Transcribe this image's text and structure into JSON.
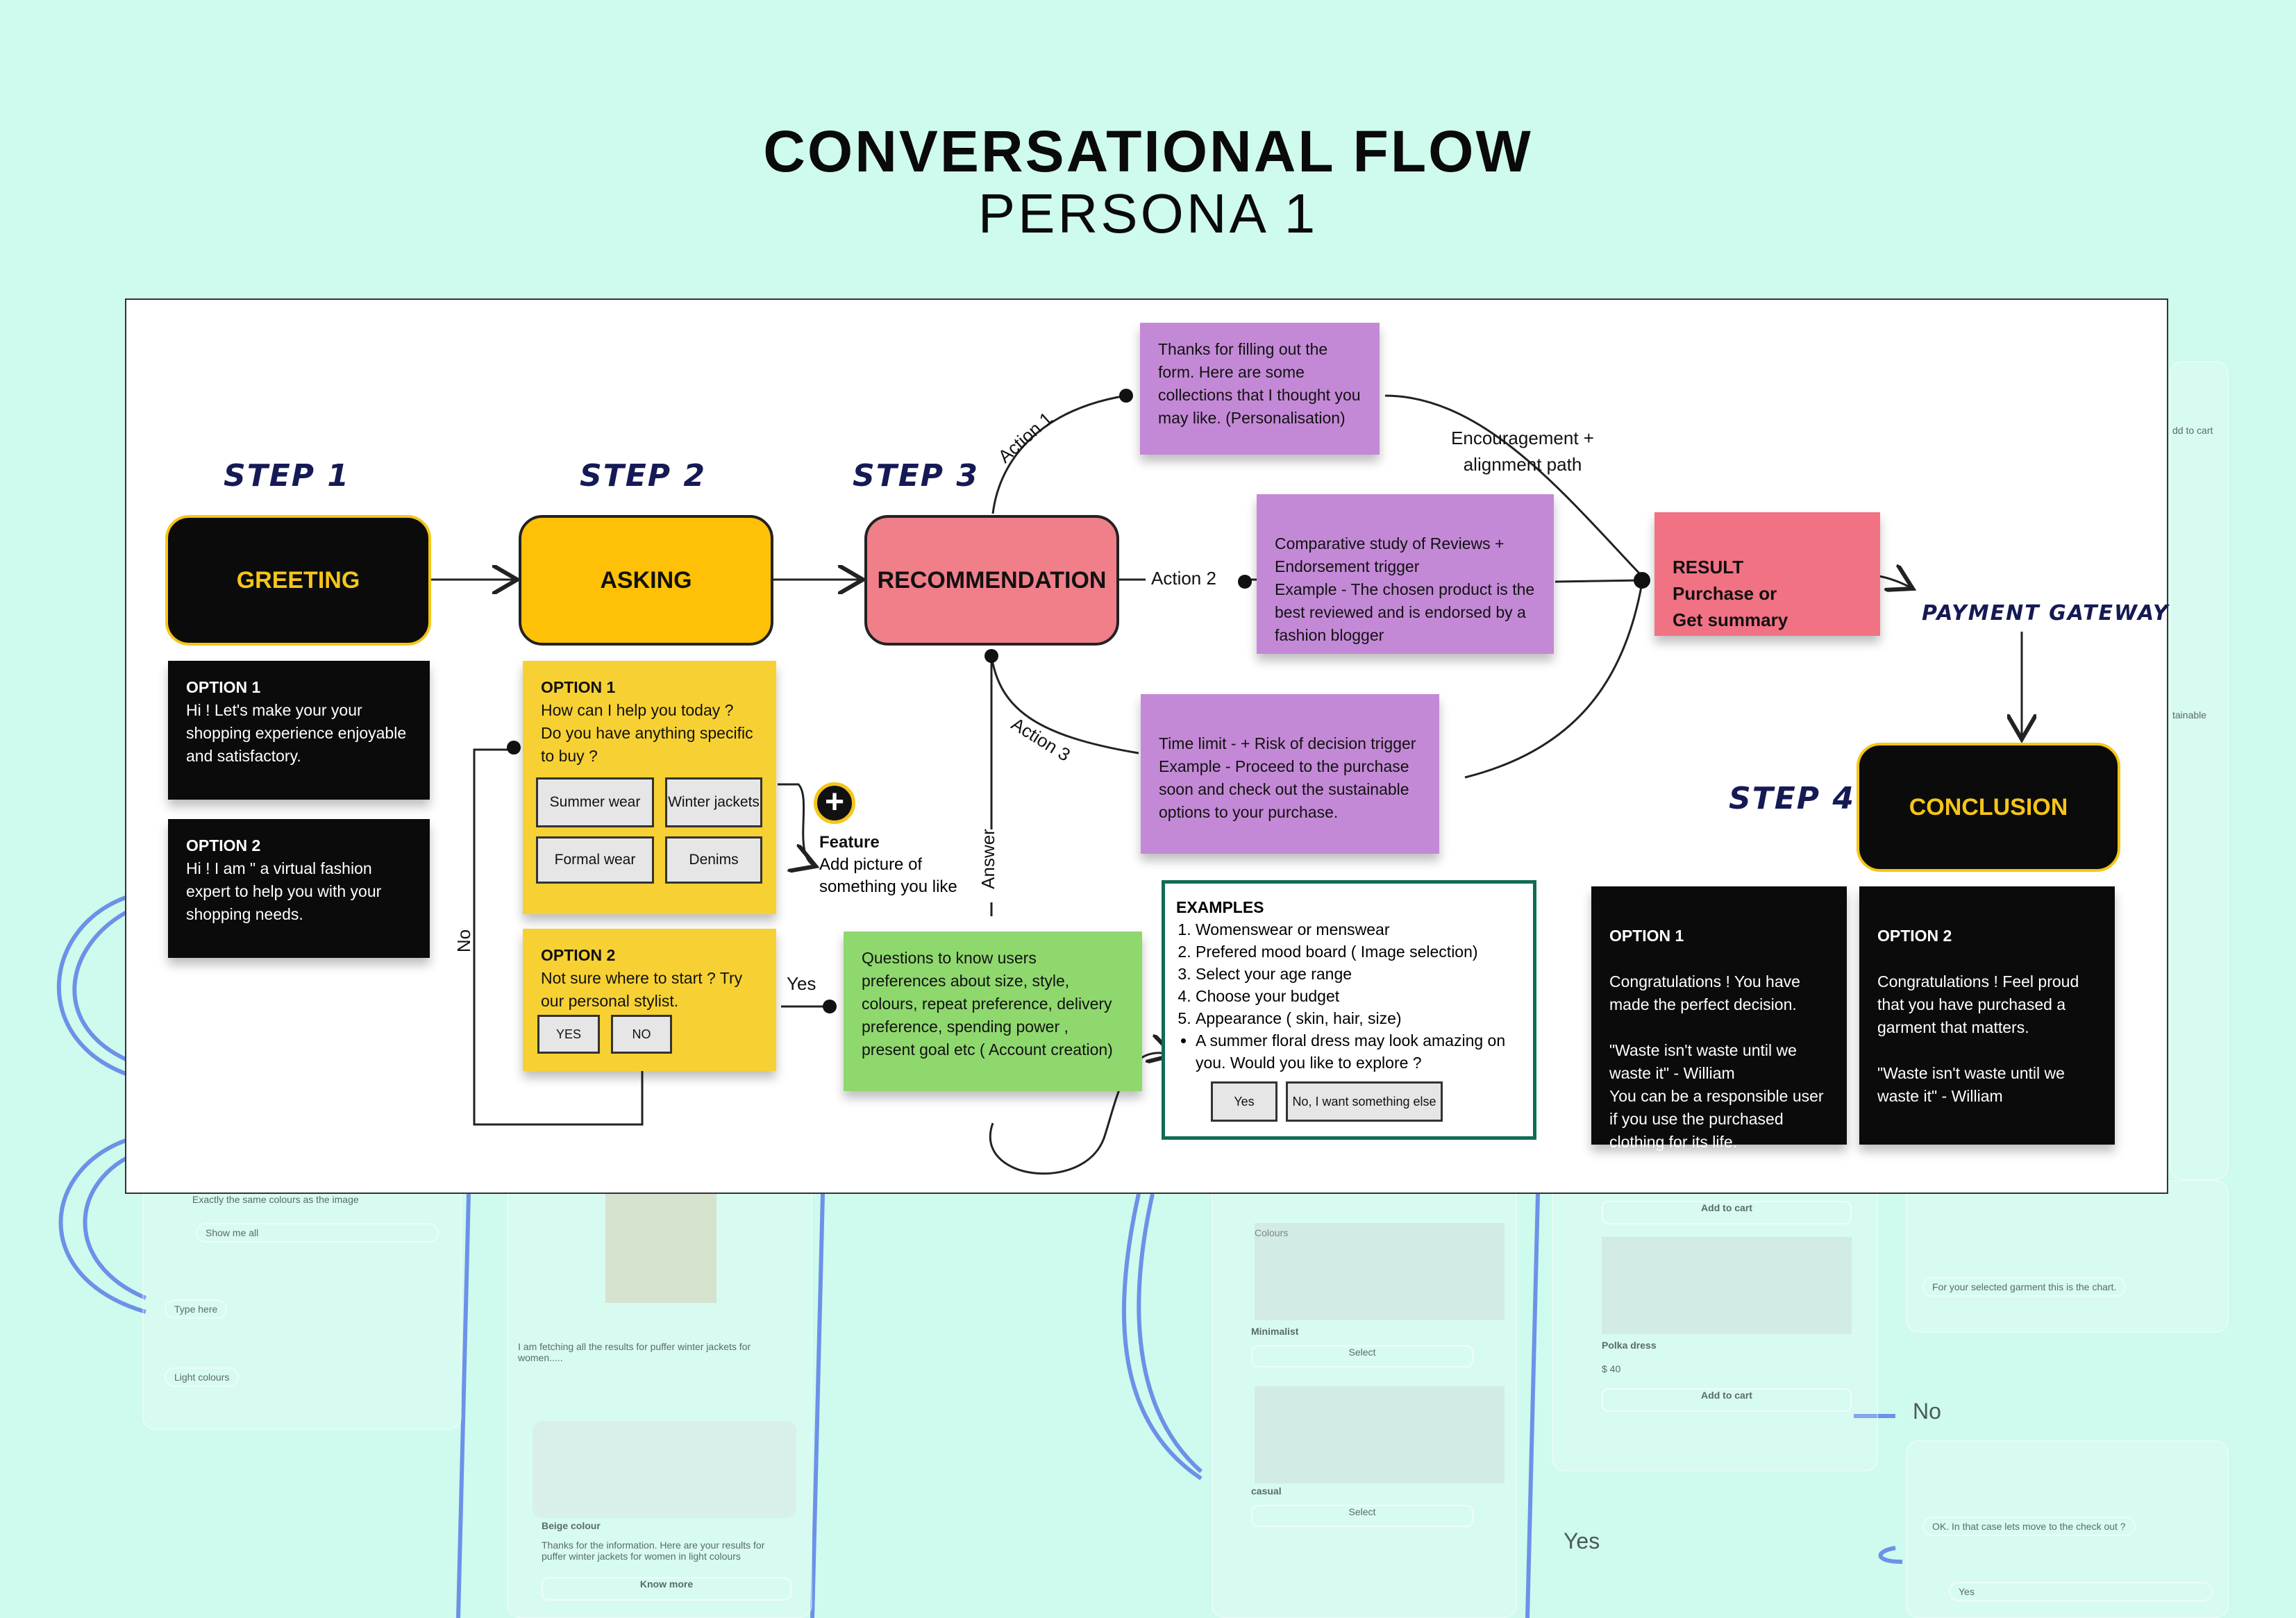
{
  "title": "CONVERSATIONAL FLOW",
  "subtitle": "PERSONA 1",
  "steps": {
    "s1": "STEP 1",
    "s2": "STEP 2",
    "s3": "STEP 3",
    "s4": "STEP 4"
  },
  "nodes": {
    "greeting": "GREETING",
    "asking": "ASKING",
    "recommendation": "RECOMMENDATION",
    "conclusion": "CONCLUSION"
  },
  "greeting_options": [
    {
      "title": "OPTION 1",
      "text": "Hi ! Let's make your your shopping experience enjoyable and satisfactory."
    },
    {
      "title": "OPTION 2",
      "text": "Hi ! I am \" a virtual fashion expert to help you with your shopping needs."
    }
  ],
  "asking_option1": {
    "title": "OPTION 1",
    "text": "How can I help you today ? Do you have anything specific to buy ?",
    "buttons": [
      "Summer wear",
      "Winter jackets",
      "Formal wear",
      "Denims"
    ]
  },
  "asking_option2": {
    "title": "OPTION 2",
    "text": "Not sure where to start ? Try our personal stylist.",
    "buttons": [
      "YES",
      "NO"
    ]
  },
  "feature": {
    "title": "Feature",
    "text": "Add picture of something you like"
  },
  "labels": {
    "no": "No",
    "yes": "Yes",
    "answer": "Answer",
    "action1": "Action 1",
    "action2": "Action 2",
    "action3": "Action 3",
    "encouragement": "Encouragement +\nalignment path",
    "payment": "PAYMENT GATEWAY"
  },
  "notes": {
    "personalisation": "Thanks for filling out the form. Here are some collections that I thought you may like. (Personalisation)",
    "comparative": "Comparative study of Reviews + Endorsement trigger\nExample - The chosen product is the best reviewed and is endorsed by a fashion blogger",
    "timelimit": "Time limit -  + Risk of decision trigger\nExample - Proceed to the purchase soon and check out the sustainable options to your purchase.",
    "questions": "Questions to know users preferences about size, style, colours, repeat preference, delivery preference, spending power , present goal etc ( Account creation)",
    "result": "RESULT\nPurchase or\nGet summary"
  },
  "examples": {
    "title": "EXAMPLES",
    "items": [
      "Womenswear or menswear",
      "Prefered mood board ( Image selection)",
      "Select your age range",
      "Choose your budget",
      "Appearance ( skin, hair, size)"
    ],
    "bullet": "A summer floral dress may look amazing on you. Would you like to explore ?",
    "buttons": [
      "Yes",
      "No, I want something else"
    ]
  },
  "conclusion_options": [
    {
      "title": "OPTION 1",
      "text": "Congratulations ! You have made the perfect decision.\n\n\"Waste isn't waste until we waste it\" - William\nYou can be a responsible user if you use the purchased clothing for its life."
    },
    {
      "title": "OPTION 2",
      "text": "Congratulations ! Feel proud that you have purchased a garment that matters.\n\n\"Waste isn't waste until we waste it\" - William"
    }
  ],
  "background": {
    "left_chat": [
      "Exactly the same colours as the image",
      "Show me all",
      "Type here",
      "Light colours"
    ],
    "mid_chat": [
      "I am fetching all the results for puffer winter jackets for women.....",
      "Beige colour",
      "Thanks for the information. Here are your results for puffer winter jackets for women in light colours",
      "Know more"
    ],
    "mood": [
      "Minimalist",
      "Select",
      "casual",
      "Select",
      "Colours"
    ],
    "cart": [
      "Add to cart",
      "Polka dress",
      "$ 40",
      "Add to cart"
    ],
    "right_chat": [
      "For your selected garment this is the chart.",
      "No",
      "OK. In that case lets move to the check out ?",
      "Yes",
      "dd to cart",
      "tainable"
    ],
    "big_no": "No",
    "big_yes": "Yes"
  },
  "colors": {
    "background": "#cffaee",
    "greeting_text": "#f5c518",
    "asking": "#ffc107",
    "recommendation": "#f07f8a",
    "accent_blue": "#5b7fe6"
  }
}
